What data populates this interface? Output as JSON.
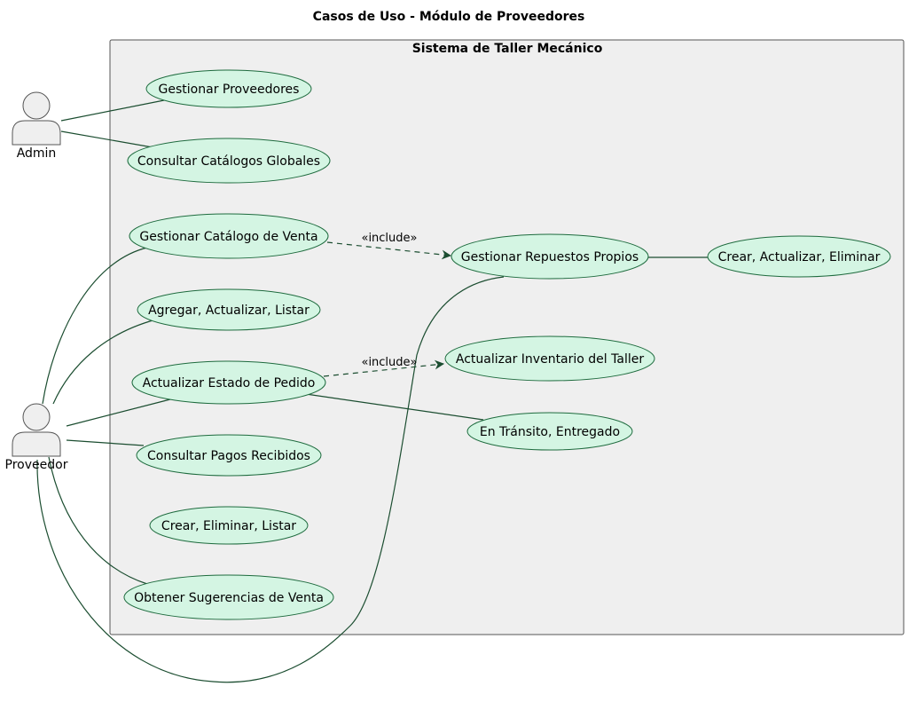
{
  "diagram": {
    "title": "Casos de Uso - Módulo de Proveedores",
    "system_title": "Sistema de Taller Mecánico",
    "actors": {
      "admin": "Admin",
      "proveedor": "Proveedor"
    },
    "use_cases": {
      "gestionar_proveedores": "Gestionar Proveedores",
      "consultar_catalogos": "Consultar Catálogos Globales",
      "gestionar_catalogo_venta": "Gestionar Catálogo de Venta",
      "agregar_actualizar_listar": "Agregar, Actualizar, Listar",
      "actualizar_estado_pedido": "Actualizar Estado de Pedido",
      "consultar_pagos": "Consultar Pagos Recibidos",
      "crear_eliminar_listar": "Crear, Eliminar, Listar",
      "obtener_sugerencias": "Obtener Sugerencias de Venta",
      "gestionar_repuestos": "Gestionar Repuestos Propios",
      "crear_actualizar_eliminar": "Crear, Actualizar, Eliminar",
      "actualizar_inventario": "Actualizar Inventario del Taller",
      "en_transito": "En Tránsito, Entregado"
    },
    "stereotypes": {
      "include_1": "«include»",
      "include_2": "«include»"
    },
    "colors": {
      "use_case_fill": "#d4f5e3",
      "use_case_stroke": "#1e6b3e",
      "link": "#1b4d30",
      "system_fill": "#efefef",
      "actor_fill": "#efefef"
    }
  }
}
